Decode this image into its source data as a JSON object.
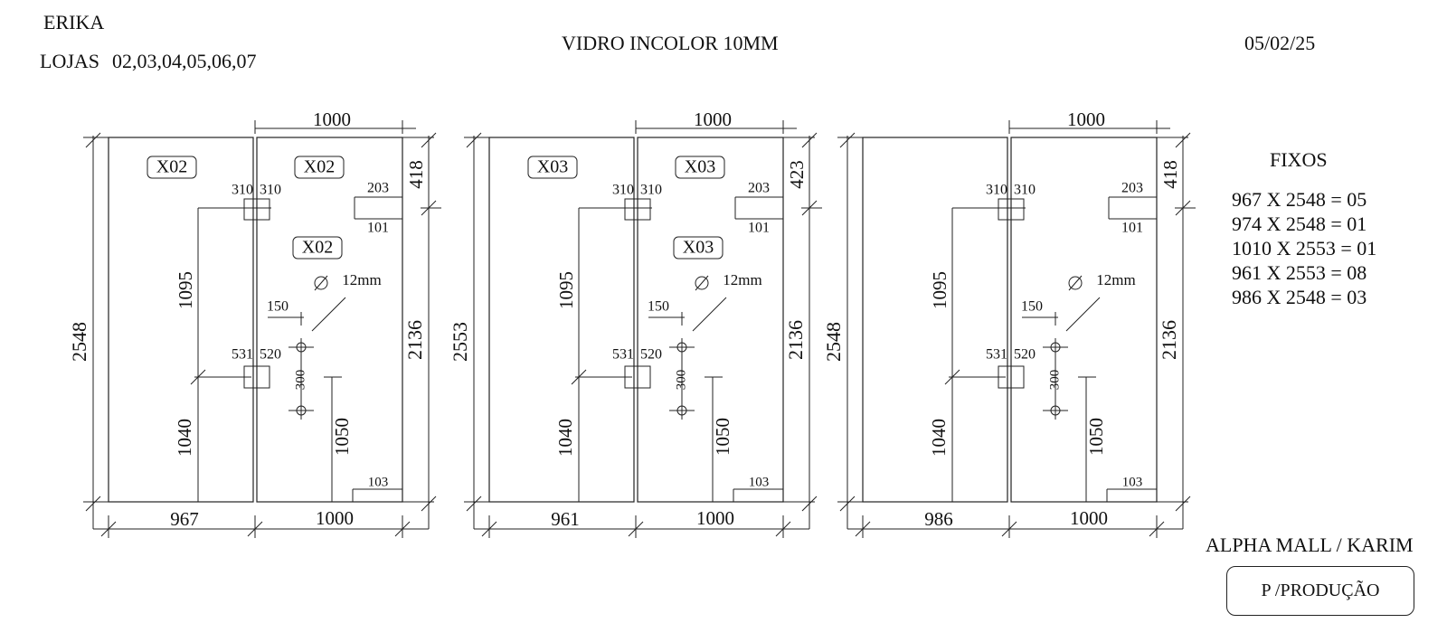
{
  "header": {
    "client": "ERIKA",
    "stores_label": "LOJAS",
    "stores_value": "02,03,04,05,06,07",
    "title": "VIDRO INCOLOR 10MM",
    "date": "05/02/25"
  },
  "panels": [
    {
      "id": "panel-1",
      "total_height": "2548",
      "top_dim": "1000",
      "top_right_dim": "418",
      "right_dim": "2136",
      "bottom_left": "967",
      "bottom_right": "1000",
      "tags": [
        "X02",
        "X02",
        "X02"
      ],
      "hole_top": [
        "310",
        "310"
      ],
      "lock_top": "203",
      "lock_bottom": "101",
      "left_upper": "1095",
      "left_lower": "1040",
      "mid_offset": "150",
      "hole_label": "∅12mm",
      "lower_hole": [
        "531",
        "520"
      ],
      "hole_spacing": "300",
      "inner_height": "1050",
      "corner_notch": "103"
    },
    {
      "id": "panel-2",
      "total_height": "2553",
      "top_dim": "1000",
      "top_right_dim": "423",
      "right_dim": "2136",
      "bottom_left": "961",
      "bottom_right": "1000",
      "tags": [
        "X03",
        "X03",
        "X03"
      ],
      "hole_top": [
        "310",
        "310"
      ],
      "lock_top": "203",
      "lock_bottom": "101",
      "left_upper": "1095",
      "left_lower": "1040",
      "mid_offset": "150",
      "hole_label": "∅12mm",
      "lower_hole": [
        "531",
        "520"
      ],
      "hole_spacing": "300",
      "inner_height": "1050",
      "corner_notch": "103"
    },
    {
      "id": "panel-3",
      "total_height": "2548",
      "top_dim": "1000",
      "top_right_dim": "418",
      "right_dim": "2136",
      "bottom_left": "986",
      "bottom_right": "1000",
      "tags": [],
      "hole_top": [
        "310",
        "310"
      ],
      "lock_top": "203",
      "lock_bottom": "101",
      "left_upper": "1095",
      "left_lower": "1040",
      "mid_offset": "150",
      "hole_label": "∅12mm",
      "lower_hole": [
        "531",
        "520"
      ],
      "hole_spacing": "300",
      "inner_height": "1050",
      "corner_notch": "103"
    }
  ],
  "fixos": {
    "title": "FIXOS",
    "items": [
      "967 X 2548 = 05",
      "974 X 2548 = 01",
      "1010 X 2553 = 01",
      "961 X 2553 = 08",
      "986 X 2548 = 03"
    ]
  },
  "footer": {
    "project": "ALPHA MALL / KARIM",
    "status": "P /PRODUÇÃO"
  }
}
